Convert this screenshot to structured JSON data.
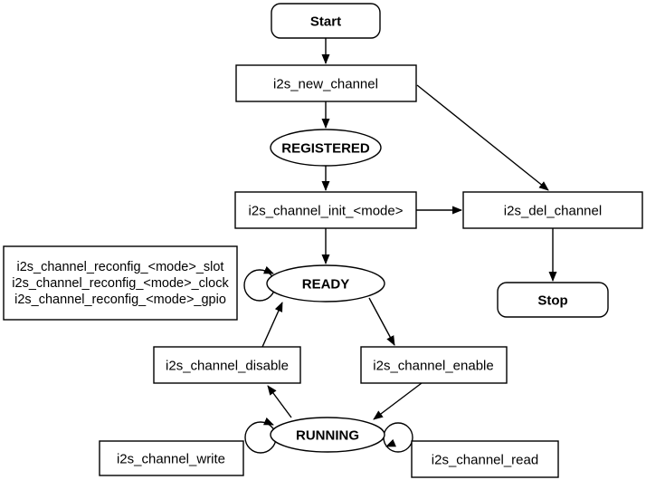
{
  "colors": {
    "state_text": "#1366CE",
    "node_border": "#000000",
    "node_fill": "#ffffff",
    "background": "#ffffff"
  },
  "nodes": {
    "start": {
      "label": "Start",
      "type": "terminator"
    },
    "new_channel": {
      "label": "i2s_new_channel",
      "type": "process"
    },
    "registered": {
      "label": "REGISTERED",
      "type": "state"
    },
    "init": {
      "label": "i2s_channel_init_<mode>",
      "type": "process"
    },
    "del_channel": {
      "label": "i2s_del_channel",
      "type": "process"
    },
    "stop": {
      "label": "Stop",
      "type": "terminator"
    },
    "ready": {
      "label": "READY",
      "type": "state"
    },
    "reconfig": {
      "lines": [
        "i2s_channel_reconfig_<mode>_slot",
        "i2s_channel_reconfig_<mode>_clock",
        "i2s_channel_reconfig_<mode>_gpio"
      ],
      "type": "process"
    },
    "disable": {
      "label": "i2s_channel_disable",
      "type": "process"
    },
    "enable": {
      "label": "i2s_channel_enable",
      "type": "process"
    },
    "running": {
      "label": "RUNNING",
      "type": "state"
    },
    "write": {
      "label": "i2s_channel_write",
      "type": "process"
    },
    "read": {
      "label": "i2s_channel_read",
      "type": "process"
    }
  },
  "edges": [
    {
      "from": "start",
      "to": "new_channel"
    },
    {
      "from": "new_channel",
      "to": "registered"
    },
    {
      "from": "registered",
      "to": "init"
    },
    {
      "from": "init",
      "to": "ready"
    },
    {
      "from": "new_channel",
      "to": "del_channel"
    },
    {
      "from": "init",
      "to": "del_channel"
    },
    {
      "from": "del_channel",
      "to": "stop"
    },
    {
      "from": "ready",
      "to": "enable"
    },
    {
      "from": "enable",
      "to": "running"
    },
    {
      "from": "running",
      "to": "disable"
    },
    {
      "from": "disable",
      "to": "ready"
    },
    {
      "from": "ready",
      "to": "ready",
      "label_node": "reconfig"
    },
    {
      "from": "running",
      "to": "running",
      "label_node": "write"
    },
    {
      "from": "running",
      "to": "running",
      "label_node": "read"
    }
  ]
}
